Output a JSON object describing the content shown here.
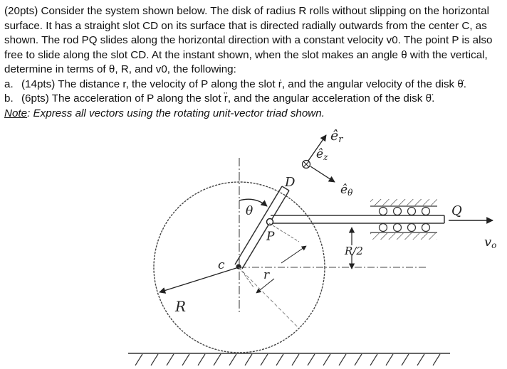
{
  "problem": {
    "paragraph": "(20pts) Consider the system shown below. The disk of radius R rolls without slipping on the horizontal surface. It has a straight slot CD on its surface that is directed radially outwards from the center C, as shown. The rod PQ slides along the horizontal direction with a constant velocity v0. The point P is also free to slide along the slot CD. At the instant shown, when the slot makes an angle θ with the vertical, determine in terms of θ, R, and v0, the following:",
    "items": [
      {
        "marker": "a.",
        "text": "(14pts) The distance r, the velocity of P along the slot ṙ, and the angular velocity of the disk θ̇."
      },
      {
        "marker": "b.",
        "text": "(6pts) The acceleration of P along the slot r̈, and the angular acceleration of the disk θ̈."
      }
    ],
    "note_label": "Note",
    "note_text": ": Express all vectors using the rotating unit-vector triad shown."
  },
  "figure": {
    "labels": {
      "er": "ê",
      "er_sub": "r",
      "ez": "ê",
      "ez_sub": "z",
      "etheta": "ê",
      "etheta_sub": "θ",
      "D": "D",
      "theta": "θ",
      "P": "P",
      "C": "c",
      "r": "r",
      "R": "R",
      "Q": "Q",
      "half_R": "R/2",
      "v0": "v",
      "v0_sub": "o"
    }
  }
}
